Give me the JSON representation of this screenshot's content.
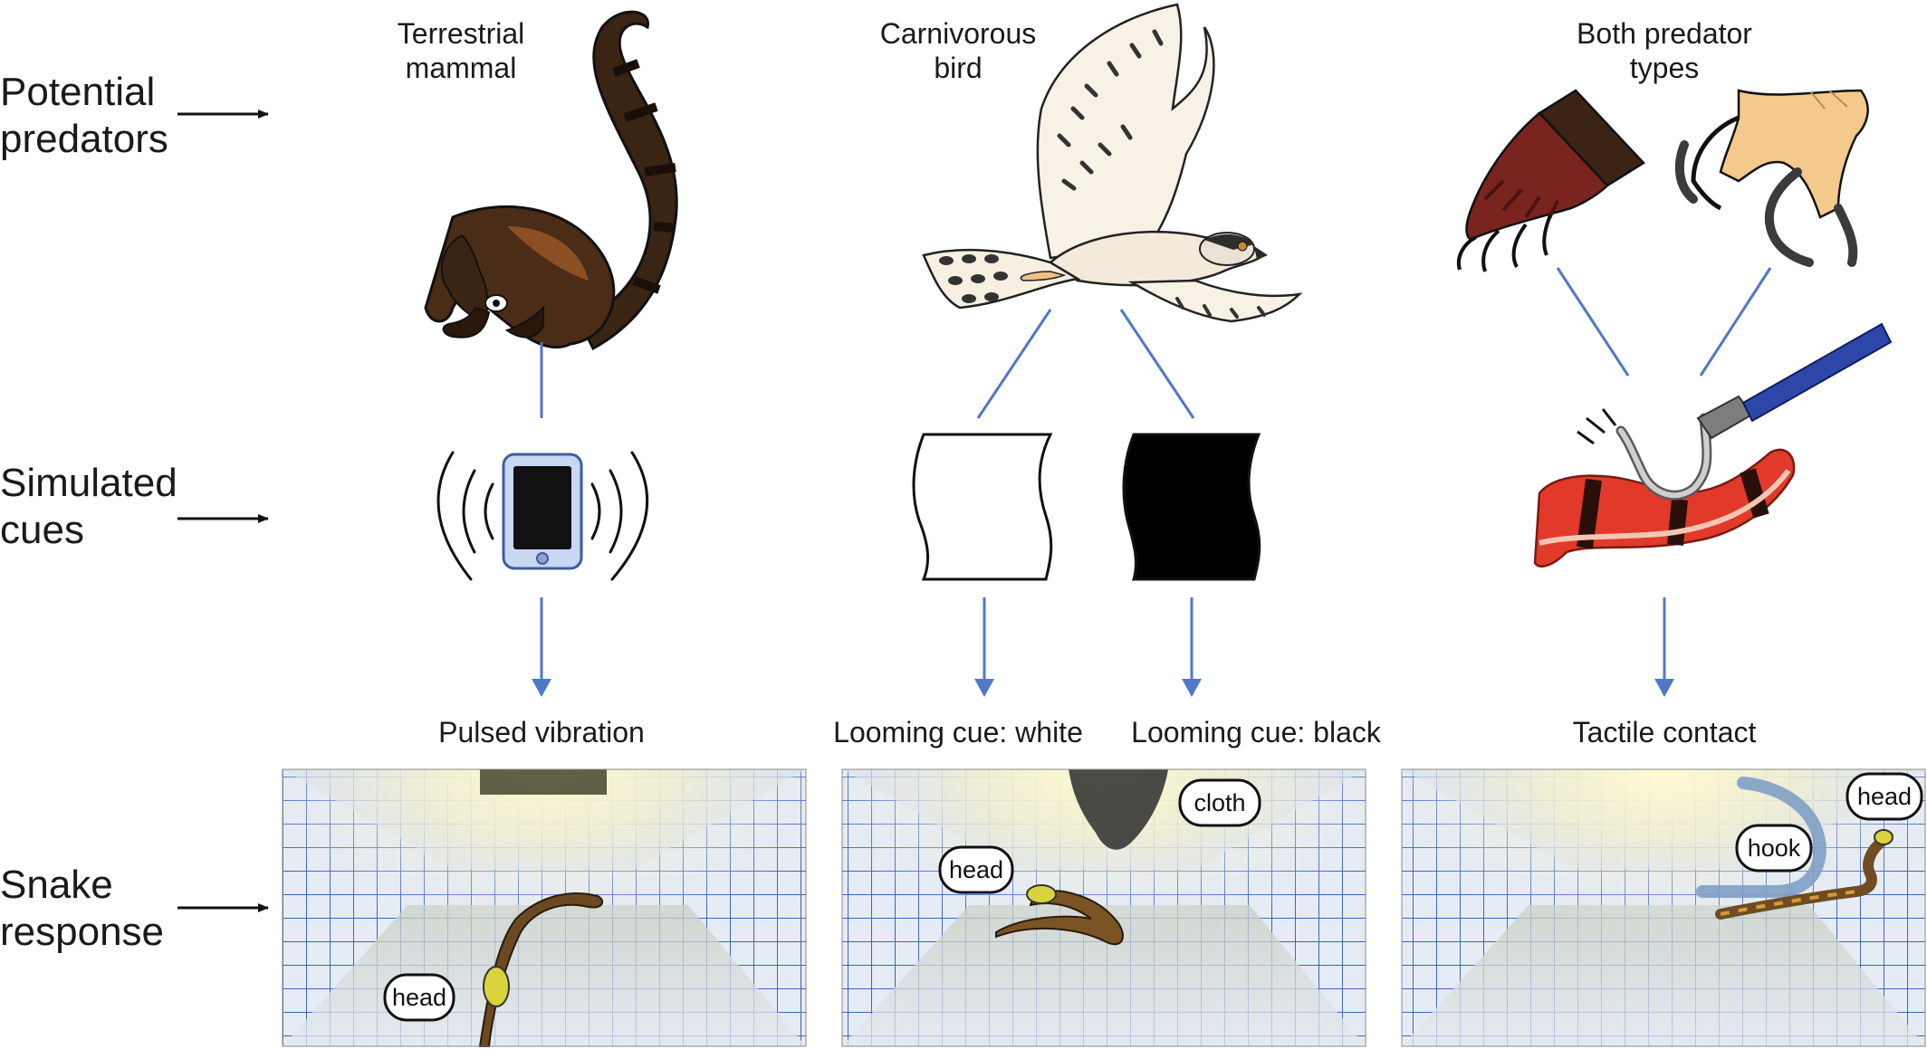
{
  "row_labels": {
    "potential_predators": [
      "Potential",
      "predators"
    ],
    "simulated_cues": [
      "Simulated",
      "cues"
    ],
    "snake_response": [
      "Snake",
      "response"
    ]
  },
  "columns": [
    {
      "predator_label": [
        "Terrestrial",
        "mammal"
      ],
      "predator_icon": "coati-icon",
      "cue_icon": "vibrating-phone-icon",
      "cues": [
        "Pulsed vibration"
      ],
      "photo_labels": [
        "head"
      ]
    },
    {
      "predator_label": [
        "Carnivorous",
        "bird"
      ],
      "predator_icon": "hawk-icon",
      "cue_icon": [
        "white-cloth-icon",
        "black-cloth-icon"
      ],
      "cues": [
        "Looming cue: white",
        "Looming cue: black"
      ],
      "photo_labels": [
        "cloth",
        "head"
      ]
    },
    {
      "predator_label": [
        "Both predator",
        "types"
      ],
      "predator_icon": [
        "mammal-paw-icon",
        "bird-talon-icon"
      ],
      "cue_icon": "snake-hook-icon",
      "cues": [
        "Tactile contact"
      ],
      "photo_labels": [
        "head",
        "hook"
      ]
    }
  ],
  "colors": {
    "connector_blue": "#4f78c9",
    "tank_grid": "#3d63c4",
    "tank_floor": "#dfe7f2"
  }
}
